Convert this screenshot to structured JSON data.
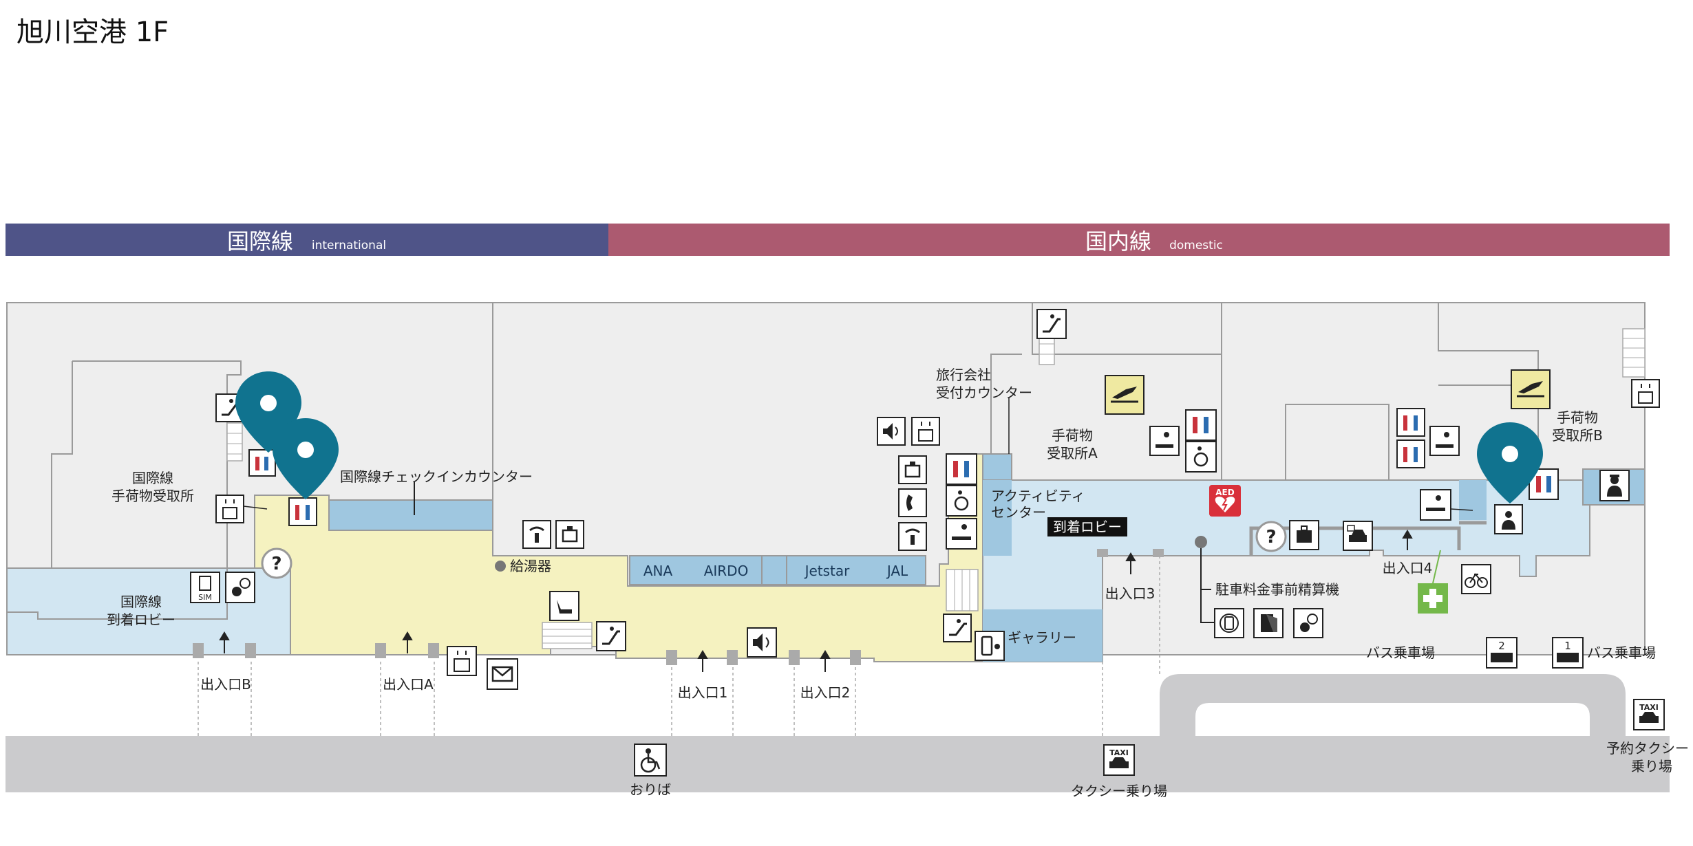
{
  "title": "旭川空港 1F",
  "bands": {
    "international": {
      "label": "国際線",
      "sub": "international",
      "color": "#4f5488"
    },
    "domestic": {
      "label": "国内線",
      "sub": "domestic",
      "color": "#ac5a70"
    }
  },
  "areas": {
    "intl_baggage": [
      "国際線",
      "手荷物受取所"
    ],
    "intl_checkin": "国際線チェックインカウンター",
    "intl_arrival": [
      "国際線",
      "到着ロビー"
    ],
    "travel_agency": [
      "旅行会社",
      "受付カウンター"
    ],
    "baggage_a": [
      "手荷物",
      "受取所A"
    ],
    "baggage_b": [
      "手荷物",
      "受取所B"
    ],
    "activity_center": [
      "アクティビティ",
      "センター"
    ],
    "arrival_lobby": "到着ロビー",
    "gallery": "ギャラリー",
    "hot_water": "給湯器",
    "parking_payment": "駐車料金事前精算機"
  },
  "airlines": [
    "ANA",
    "AIRDO",
    "Jetstar",
    "JAL"
  ],
  "exits": {
    "b": "出入口B",
    "a": "出入口A",
    "e1": "出入口1",
    "e2": "出入口2",
    "e3": "出入口3",
    "e4": "出入口4"
  },
  "transport": {
    "bus2": "バス乗車場",
    "bus2_num": "2",
    "bus1": "バス乗車場",
    "bus1_num": "1",
    "taxi_reserved": [
      "予約タクシー",
      "乗り場"
    ],
    "taxi_stand": "タクシー乗り場",
    "taxi_sign": "TAXI",
    "dropoff": "おりば"
  },
  "badges": {
    "aed": "AED",
    "sim": "SIM"
  },
  "colors": {
    "room": "#eeeeee",
    "wall": "#9a9a9a",
    "blue": "#9fc7e0",
    "light_blue": "#d2e6f2",
    "yellow": "#f5f2c0",
    "road": "#cbcbcd",
    "pin": "#10738f",
    "green": "#74b84a",
    "aed_red": "#d9303a",
    "baggage_yellow": "#efe9a1",
    "ladies": "#c8323b",
    "gents": "#2b6cb0"
  }
}
